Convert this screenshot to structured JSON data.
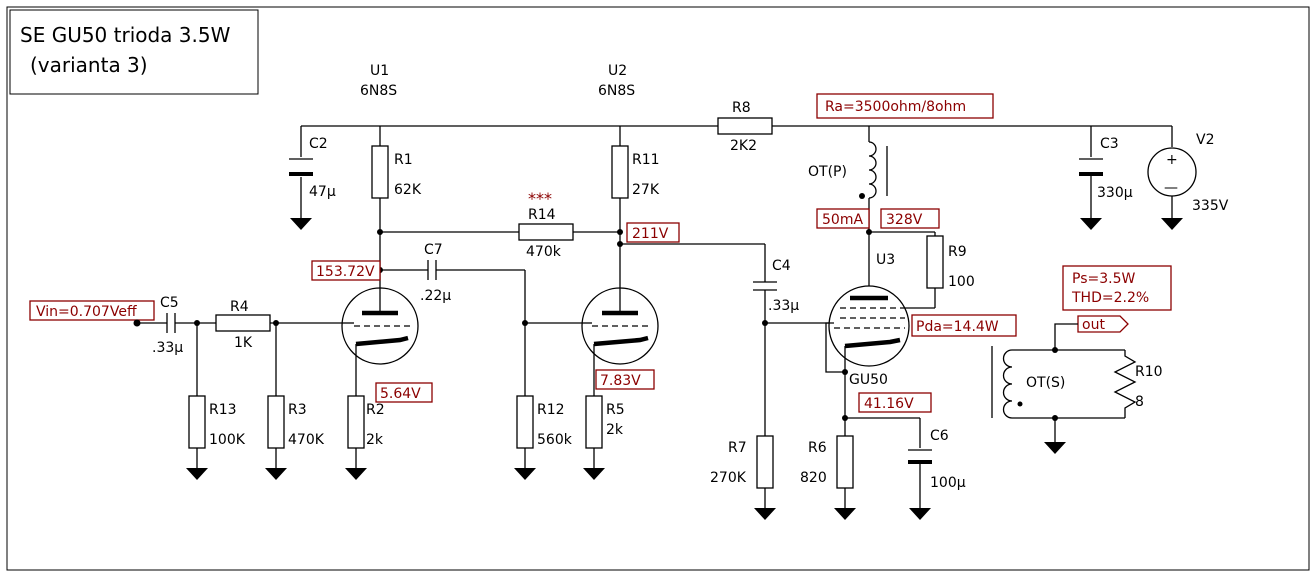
{
  "title": {
    "line1": "SE GU50 trioda 3.5W",
    "line2": "(varianta 3)"
  },
  "tubes": {
    "u1": {
      "ref": "U1",
      "type": "6N8S"
    },
    "u2": {
      "ref": "U2",
      "type": "6N8S"
    },
    "u3": {
      "ref": "U3",
      "type": "GU50"
    }
  },
  "resistors": {
    "r1": {
      "ref": "R1",
      "value": "62K"
    },
    "r2": {
      "ref": "R2",
      "value": "2k"
    },
    "r3": {
      "ref": "R3",
      "value": "470K"
    },
    "r4": {
      "ref": "R4",
      "value": "1K"
    },
    "r5": {
      "ref": "R5",
      "value": "2k"
    },
    "r6": {
      "ref": "R6",
      "value": "820"
    },
    "r7": {
      "ref": "R7",
      "value": "270K"
    },
    "r8": {
      "ref": "R8",
      "value": "2K2"
    },
    "r9": {
      "ref": "R9",
      "value": "100"
    },
    "r10": {
      "ref": "R10",
      "value": "8"
    },
    "r11": {
      "ref": "R11",
      "value": "27K"
    },
    "r12": {
      "ref": "R12",
      "value": "560k"
    },
    "r13": {
      "ref": "R13",
      "value": "100K"
    },
    "r14": {
      "ref": "R14",
      "value": "470k",
      "mark": "***"
    }
  },
  "capacitors": {
    "c2": {
      "ref": "C2",
      "value": "47µ"
    },
    "c3": {
      "ref": "C3",
      "value": "330µ"
    },
    "c4": {
      "ref": "C4",
      "value": ".33µ"
    },
    "c5": {
      "ref": "C5",
      "value": ".33µ"
    },
    "c6": {
      "ref": "C6",
      "value": "100µ"
    },
    "c7": {
      "ref": "C7",
      "value": ".22µ"
    }
  },
  "source": {
    "ref": "V2",
    "value": "335V",
    "plus": "+",
    "minus": "—"
  },
  "transformer": {
    "primary": "OT(P)",
    "secondary": "OT(S)"
  },
  "measurements": {
    "ra": "Ra=3500ohm/8ohm",
    "vin": "Vin=0.707Veff",
    "u1_anode": "153.72V",
    "u1_cathode": "5.64V",
    "u2_anode": "211V",
    "u2_cathode": "7.83V",
    "ot_current": "50mA",
    "ot_voltage": "328V",
    "pda": "Pda=14.4W",
    "u3_cathode": "41.16V",
    "ps": "Ps=3.5W",
    "thd": "THD=2.2%",
    "out": "out"
  }
}
